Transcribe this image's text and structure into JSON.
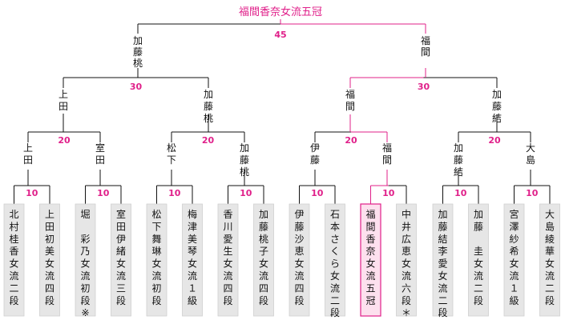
{
  "title": "福間香奈女流五冠",
  "colors": {
    "highlight_line": "#e0208a",
    "line": "#111111",
    "score_text": "#e0208a",
    "title_text": "#e0208a",
    "player_box_fill": "#e6e6e6",
    "winner_box_fill": "#fde0ee",
    "winner_box_border": "#e0208a"
  },
  "final": {
    "score": "45",
    "left_name": "加藤桃",
    "right_name": "福間"
  },
  "semifinals": [
    {
      "score": "30",
      "left_name": "上田",
      "right_name": "加藤桃"
    },
    {
      "score": "30",
      "left_name": "福間",
      "right_name": "加藤結"
    }
  ],
  "quarterfinals": [
    {
      "score": "20",
      "left_name": "上田",
      "right_name": "室田"
    },
    {
      "score": "20",
      "left_name": "松下",
      "right_name": "加藤桃"
    },
    {
      "score": "20",
      "left_name": "伊藤",
      "right_name": "福間"
    },
    {
      "score": "20",
      "left_name": "加藤結",
      "right_name": "大島"
    }
  ],
  "first_round_scores": [
    "10",
    "10",
    "10",
    "10",
    "10",
    "10",
    "10",
    "10"
  ],
  "players": [
    "北村桂香女流二段",
    "上田初美女流四段",
    "堀　彩乃女流初段※",
    "室田伊緒女流三段",
    "松下舞琳女流初段",
    "梅津美琴女流１級",
    "香川愛生女流四段",
    "加藤桃子女流四段",
    "伊藤沙恵女流四段",
    "石本さくら女流二段",
    "福間香奈女流五冠",
    "中井広恵女流六段＊",
    "加藤結李愛女流二段",
    "加藤　圭女流二段",
    "宮澤紗希女流１級",
    "大島綾華女流二段"
  ],
  "winner_index": 10
}
